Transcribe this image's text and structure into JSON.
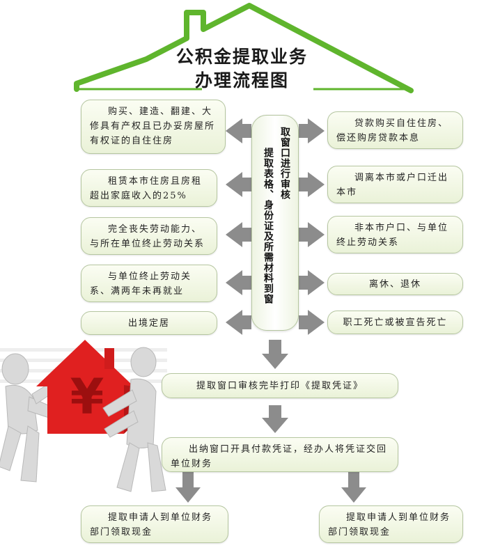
{
  "title": {
    "line1": "公积金提取业务",
    "line2": "办理流程图"
  },
  "center": {
    "col1": "取窗口进行审核",
    "col2": "提取表格、身份证及所需材料到窗"
  },
  "left_items": [
    "购买、建造、翻建、大修具有产权且已办妥房屋所有权证的自住住房",
    "租赁本市住房且房租超出家庭收入的25%",
    "完全丧失劳动能力、与所在单位终止劳动关系",
    "与单位终止劳动关系、满两年未再就业",
    "出境定居"
  ],
  "right_items": [
    "贷款购买自住住房、偿还购房贷款本息",
    "调离本市或户口迁出本市",
    "非本市户口、与单位终止劳动关系",
    "离休、退休",
    "职工死亡或被宣告死亡"
  ],
  "steps": {
    "step1": "提取窗口审核完毕打印《提取凭证》",
    "step2": "出纳窗口开具付款凭证，经办人将凭证交回单位财务"
  },
  "final": {
    "left": "提取申请人到单位财务部门领取现金",
    "right": "提取申请人到单位财务部门领取现金"
  },
  "illustration": {
    "symbol": "¥"
  },
  "colors": {
    "roof_green": "#5fb52d",
    "arrow_gray": "#8c8c8c",
    "box_fill": "#eef4e2",
    "house_red": "#e02020"
  }
}
